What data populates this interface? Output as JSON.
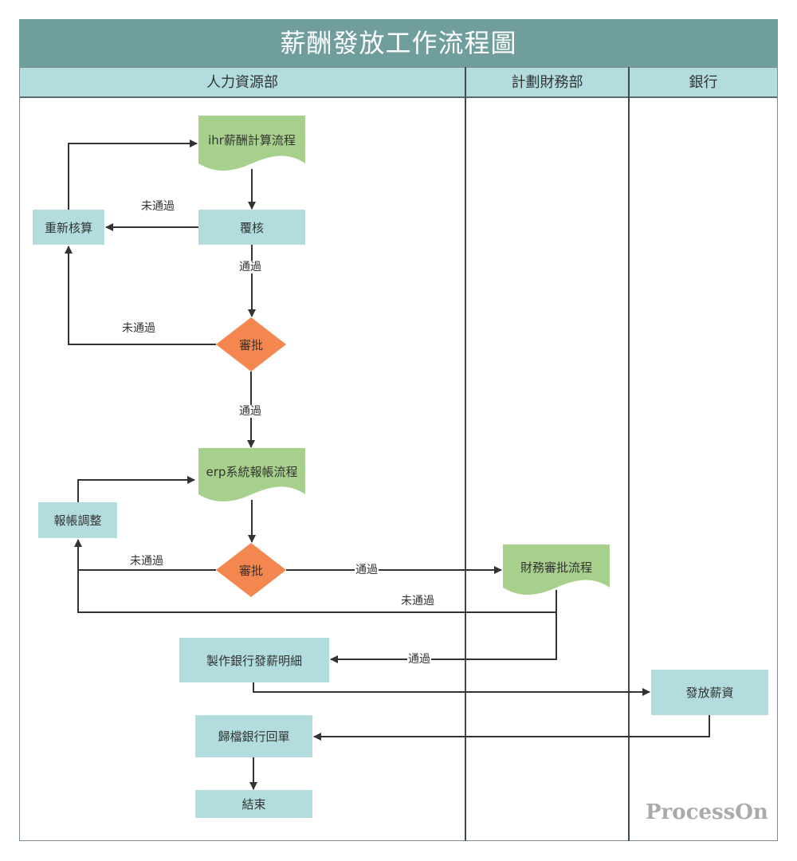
{
  "title": "薪酬發放工作流程圖",
  "lanes": [
    {
      "name": "人力資源部"
    },
    {
      "name": "計劃財務部"
    },
    {
      "name": "銀行"
    }
  ],
  "nodes": {
    "ihr_calc": {
      "label": "ihr薪酬計算流程",
      "shape": "document",
      "lane": "人力資源部"
    },
    "review": {
      "label": "覆核",
      "shape": "process",
      "lane": "人力資源部"
    },
    "recalc": {
      "label": "重新核算",
      "shape": "process",
      "lane": "人力資源部"
    },
    "approve1": {
      "label": "審批",
      "shape": "decision",
      "lane": "人力資源部"
    },
    "erp_report": {
      "label": "erp系統報帳流程",
      "shape": "document",
      "lane": "人力資源部"
    },
    "report_adjust": {
      "label": "報帳調整",
      "shape": "process",
      "lane": "人力資源部"
    },
    "approve2": {
      "label": "審批",
      "shape": "decision",
      "lane": "人力資源部"
    },
    "finance_approval": {
      "label": "財務審批流程",
      "shape": "document",
      "lane": "計劃財務部"
    },
    "make_bank_detail": {
      "label": "製作銀行發薪明細",
      "shape": "process",
      "lane": "人力資源部"
    },
    "pay_salary": {
      "label": "發放薪資",
      "shape": "process",
      "lane": "銀行"
    },
    "archive_receipt": {
      "label": "歸檔銀行回單",
      "shape": "process",
      "lane": "人力資源部"
    },
    "end": {
      "label": "結束",
      "shape": "process",
      "lane": "人力資源部"
    }
  },
  "edges": [
    {
      "from": "ihr_calc",
      "to": "review",
      "label": ""
    },
    {
      "from": "review",
      "to": "recalc",
      "label": "未通過"
    },
    {
      "from": "recalc",
      "to": "ihr_calc",
      "label": ""
    },
    {
      "from": "review",
      "to": "approve1",
      "label": "通過"
    },
    {
      "from": "approve1",
      "to": "recalc",
      "label": "未通過"
    },
    {
      "from": "approve1",
      "to": "erp_report",
      "label": "通過"
    },
    {
      "from": "erp_report",
      "to": "approve2",
      "label": ""
    },
    {
      "from": "report_adjust",
      "to": "erp_report",
      "label": ""
    },
    {
      "from": "approve2",
      "to": "report_adjust",
      "label": "未通過"
    },
    {
      "from": "approve2",
      "to": "finance_approval",
      "label": "通過"
    },
    {
      "from": "finance_approval",
      "to": "report_adjust",
      "label": "未通過"
    },
    {
      "from": "finance_approval",
      "to": "make_bank_detail",
      "label": "通過"
    },
    {
      "from": "make_bank_detail",
      "to": "pay_salary",
      "label": ""
    },
    {
      "from": "pay_salary",
      "to": "archive_receipt",
      "label": ""
    },
    {
      "from": "archive_receipt",
      "to": "end",
      "label": ""
    }
  ],
  "edge_labels": {
    "pass": "通過",
    "fail": "未通過"
  },
  "colors": {
    "title_bg": "#6f9e9c",
    "lane_header_bg": "#b2dcdd",
    "process_fill": "#b2dcdd",
    "document_fill": "#a8d08d",
    "decision_fill": "#f4874f",
    "edge": "#333333"
  },
  "watermark": "ProcessOn"
}
